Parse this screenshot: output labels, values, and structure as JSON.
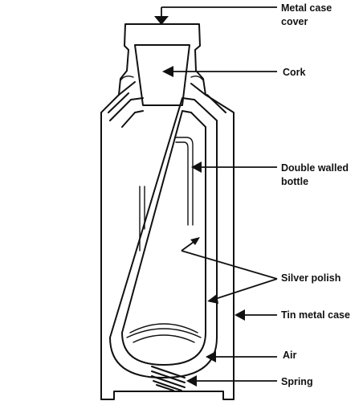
{
  "labels": {
    "metal_case_cover_line1": "Metal case",
    "metal_case_cover_line2": "cover",
    "cork": "Cork",
    "double_walled_bottle_line1": "Double walled",
    "double_walled_bottle_line2": "bottle",
    "silver_polish": "Silver polish",
    "tin_metal_case": "Tin metal case",
    "air": "Air",
    "spring": "Spring"
  }
}
